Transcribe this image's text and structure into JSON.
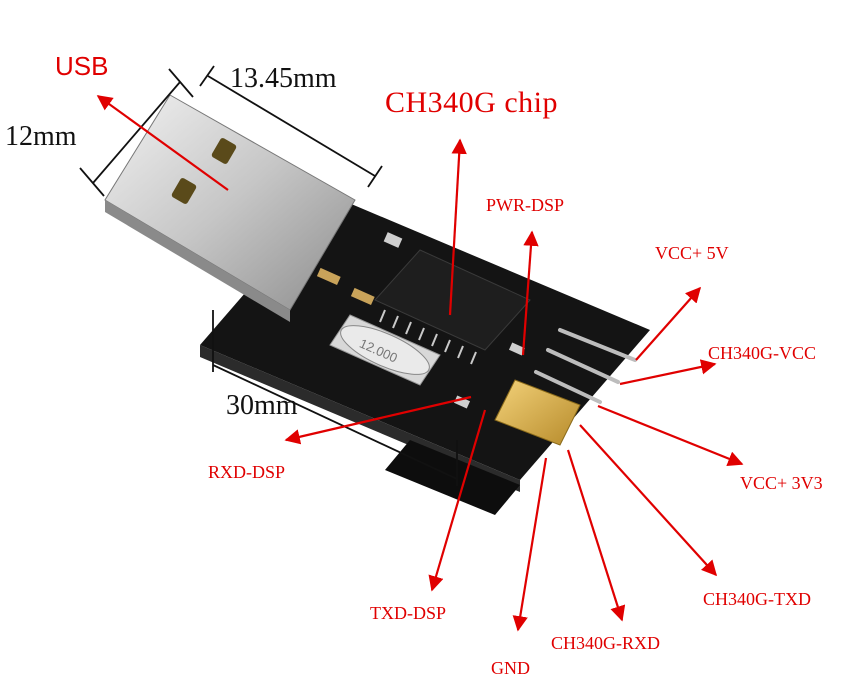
{
  "dimensions": {
    "usb_width": "12mm",
    "usb_length": "13.45mm",
    "board_length": "30mm"
  },
  "labels": {
    "usb": "USB",
    "chip": "CH340G chip",
    "pwr_dsp": "PWR-DSP",
    "vcc_5v": "VCC+ 5V",
    "ch340g_vcc": "CH340G-VCC",
    "vcc_3v3": "VCC+ 3V3",
    "rxd_dsp": "RXD-DSP",
    "txd_dsp": "TXD-DSP",
    "gnd": "GND",
    "ch340g_rxd": "CH340G-RXD",
    "ch340g_txd": "CH340G-TXD"
  },
  "parts": {
    "crystal_marking": "12.000"
  },
  "colors": {
    "annotation": "#e00000",
    "board": "#111111",
    "usb_metal": "#c8c8c8",
    "jumper": "#d9b24a",
    "dimension_lines": "#111111"
  }
}
